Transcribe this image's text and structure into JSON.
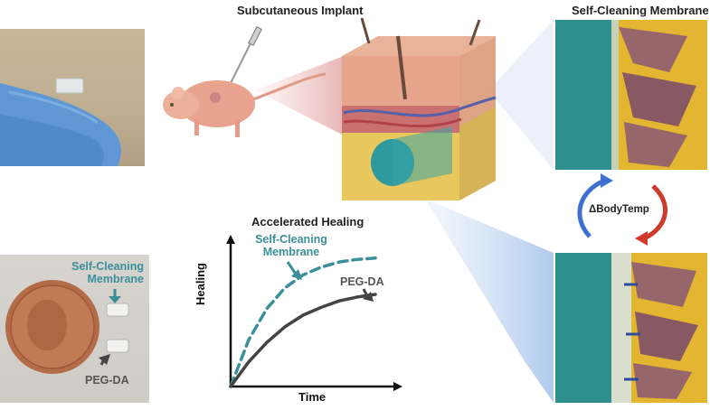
{
  "titles": {
    "implant": "Subcutaneous Implant",
    "membrane": "Self-Cleaning Membrane",
    "healing": "Accelerated Healing"
  },
  "photo_labels": {
    "self_cleaning_line1": "Self-Cleaning",
    "self_cleaning_line2": "Membrane",
    "pegda": "PEG-DA"
  },
  "chart_data": {
    "type": "line",
    "title": "Accelerated Healing",
    "xlabel": "Time",
    "ylabel": "Healing",
    "series": [
      {
        "name": "Self-Cleaning Membrane",
        "style": "dashed",
        "color": "#3b8f9a",
        "x": [
          0,
          1,
          2,
          3,
          4,
          5,
          6,
          7,
          8
        ],
        "y": [
          0,
          3.6,
          6.0,
          7.6,
          8.6,
          9.2,
          9.6,
          9.8,
          9.9
        ]
      },
      {
        "name": "PEG-DA",
        "style": "solid",
        "color": "#444444",
        "x": [
          0,
          1,
          2,
          3,
          4,
          5,
          6,
          7,
          8
        ],
        "y": [
          0,
          1.9,
          3.4,
          4.6,
          5.5,
          6.1,
          6.6,
          6.9,
          7.1
        ]
      }
    ],
    "series_labels": {
      "self_cleaning_line1": "Self-Cleaning",
      "self_cleaning_line2": "Membrane",
      "pegda": "PEG-DA"
    },
    "xlim": [
      0,
      9
    ],
    "ylim": [
      0,
      11
    ],
    "grid": false
  },
  "cycle_label": "ΔBodyTemp",
  "colors": {
    "teal": "#3b8f9a",
    "dark": "#444444",
    "glove": "#6a9fd6",
    "membrane_teal": "#2f8a8a",
    "arrow_blue": "#3f6fd0",
    "arrow_red": "#d03a2a"
  }
}
